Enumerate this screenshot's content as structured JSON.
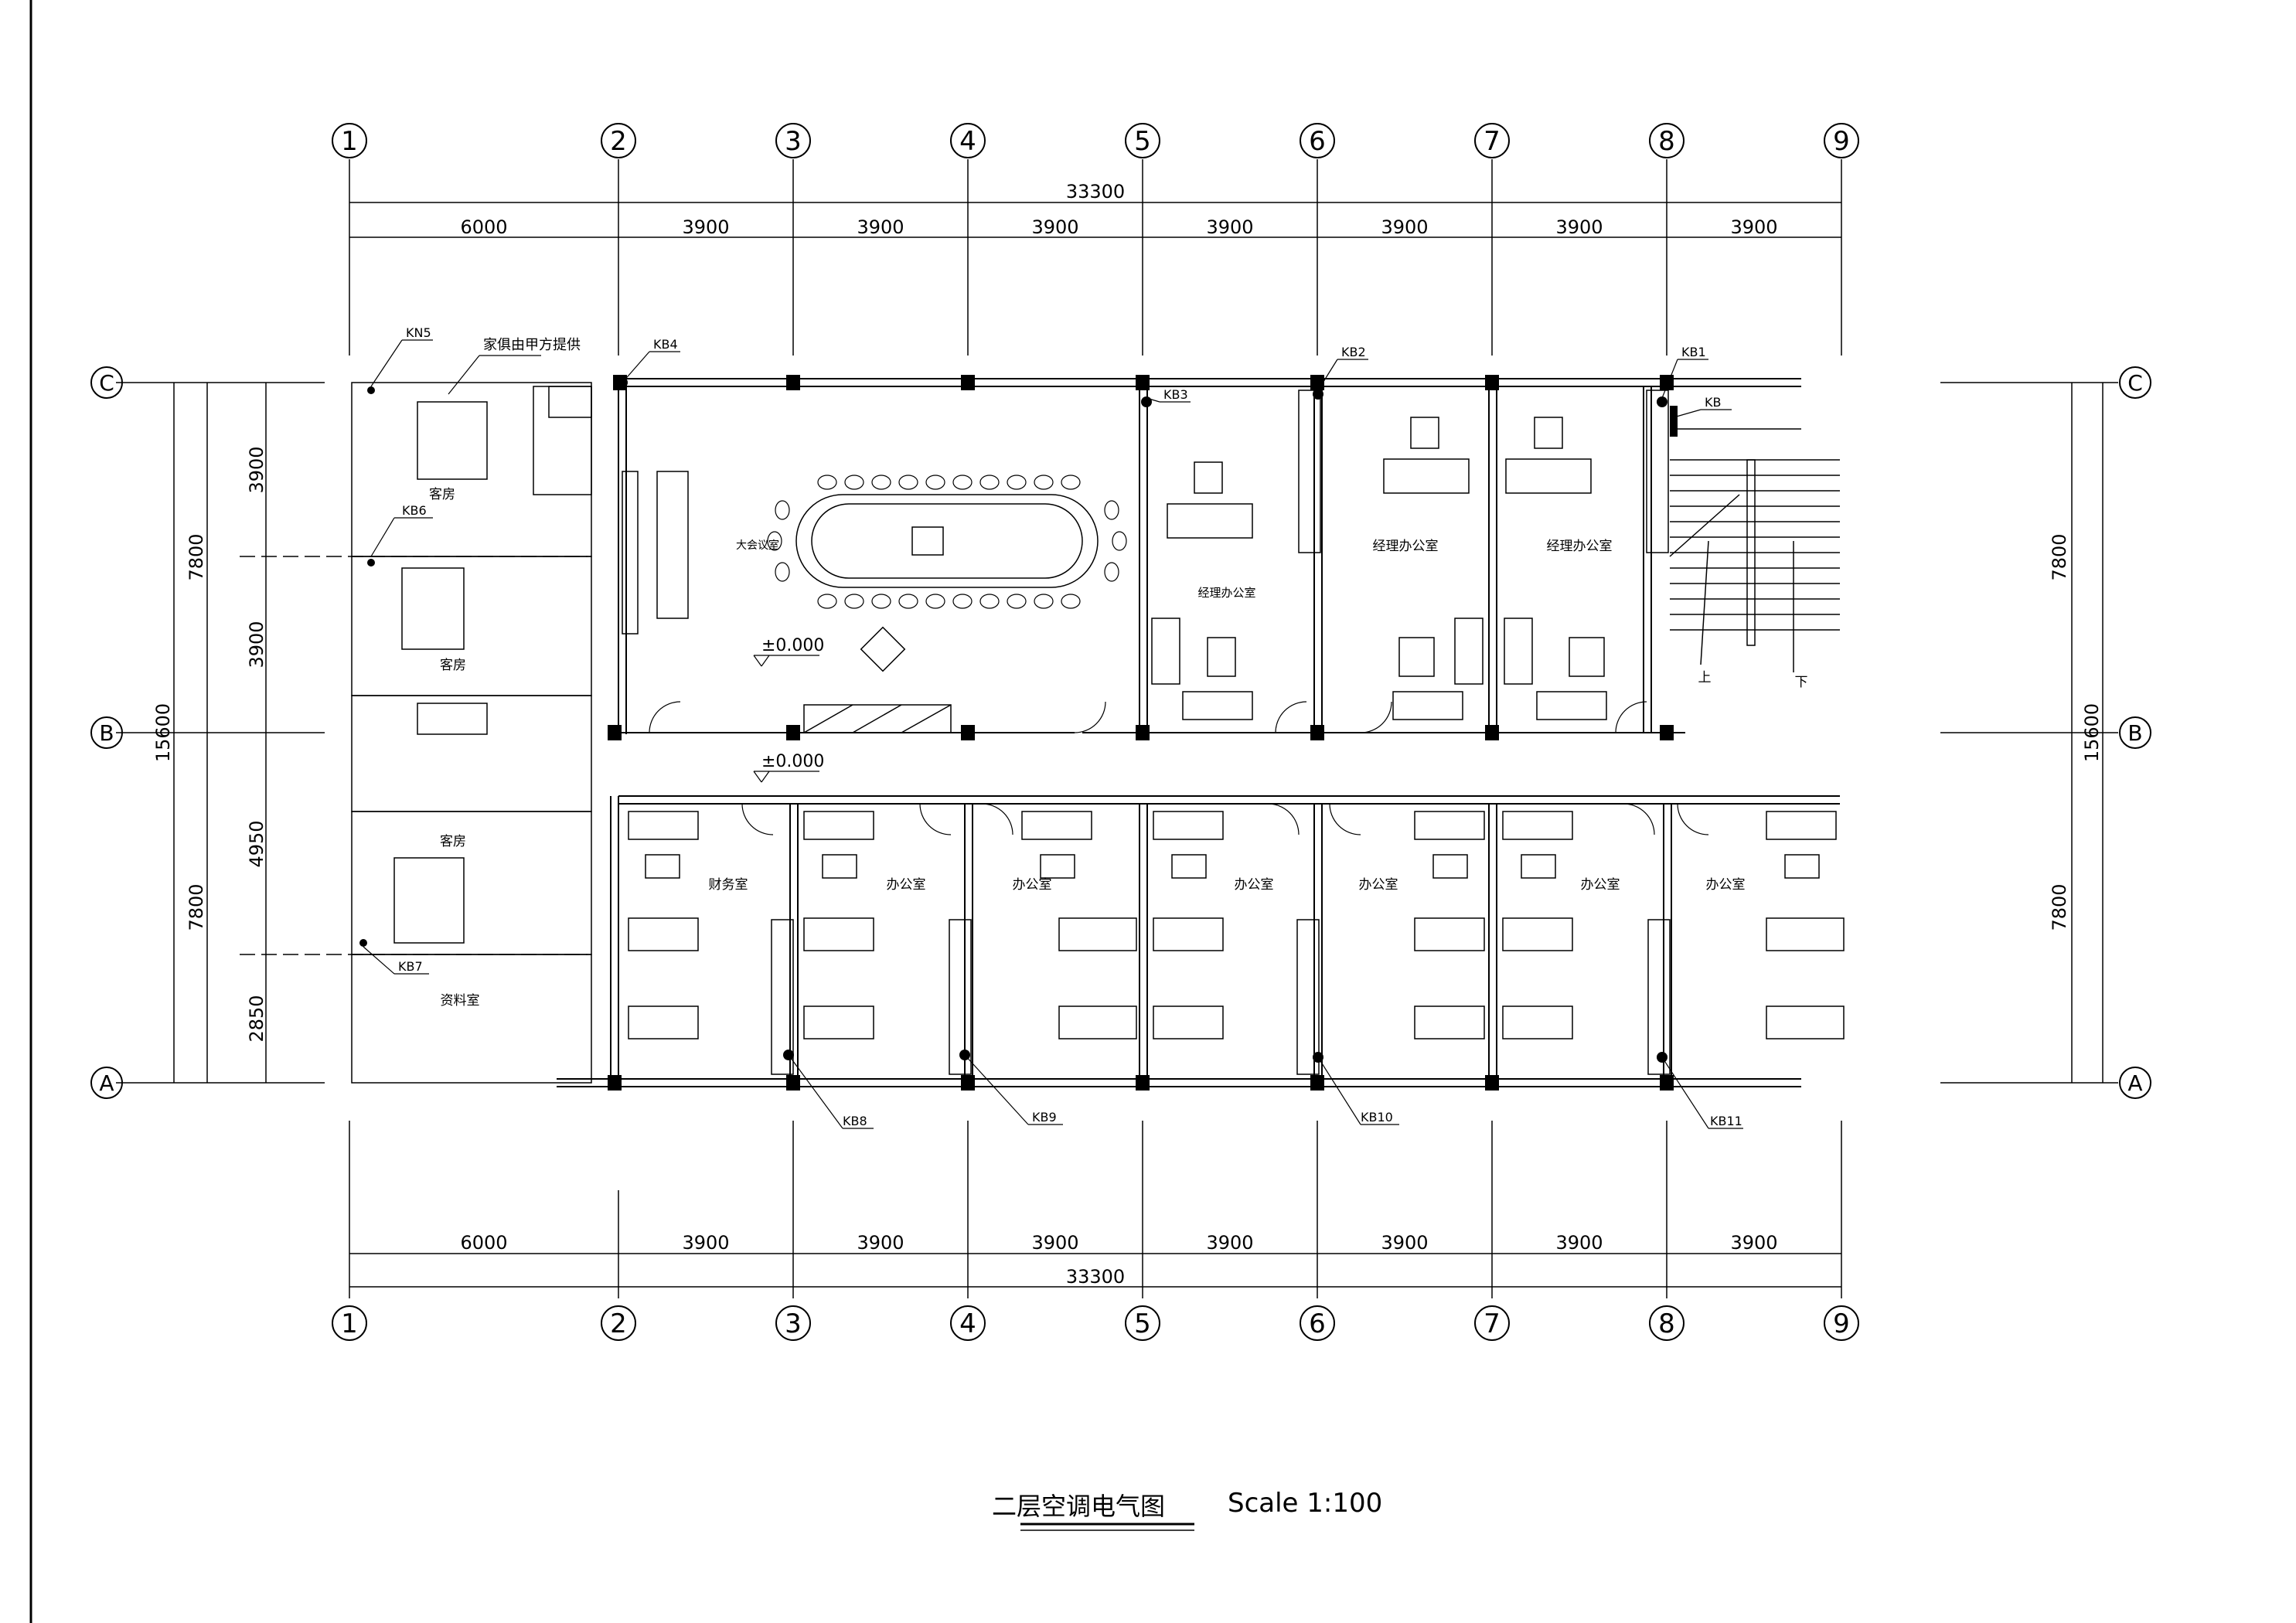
{
  "title": {
    "text": "二层空调电气图",
    "scale": "Scale  1:100"
  },
  "axes_columns": [
    "1",
    "2",
    "3",
    "4",
    "5",
    "6",
    "7",
    "8",
    "9"
  ],
  "axes_rows": [
    "C",
    "B",
    "A"
  ],
  "dims": {
    "top_total": "33300",
    "bottom_total": "33300",
    "top_segments": [
      "6000",
      "3900",
      "3900",
      "3900",
      "3900",
      "3900",
      "3900",
      "3900"
    ],
    "bottom_segments": [
      "6000",
      "3900",
      "3900",
      "3900",
      "3900",
      "3900",
      "3900",
      "3900"
    ],
    "left_inner": [
      "3900",
      "3900",
      "4950",
      "2850"
    ],
    "left_mid": [
      "7800",
      "7800"
    ],
    "left_total": "15600",
    "right_mid": [
      "7800",
      "7800"
    ],
    "right_total": "15600"
  },
  "elevation": [
    "±0.000",
    "±0.000"
  ],
  "note": "家俱由甲方提供",
  "rooms": {
    "guest1": "客房",
    "guest2": "客房",
    "guest3": "客房",
    "archive": "资料室",
    "meeting": "大会议室",
    "mgr1": "经理办公室",
    "mgr2": "经理办公室",
    "mgr3": "经理办公室",
    "finance": "财务室",
    "office1": "办公室",
    "office2": "办公室",
    "office3": "办公室",
    "office4": "办公室",
    "office5": "办公室",
    "office6": "办公室"
  },
  "stair": {
    "up": "上",
    "down": "下"
  },
  "tags": {
    "kn5": "KN5",
    "kb4": "KB4",
    "kb3": "KB3",
    "kb2": "KB2",
    "kb1": "KB1",
    "kb": "KB",
    "kb6": "KB6",
    "kb7": "KB7",
    "kb8": "KB8",
    "kb9": "KB9",
    "kb10": "KB10",
    "kb11": "KB11"
  }
}
